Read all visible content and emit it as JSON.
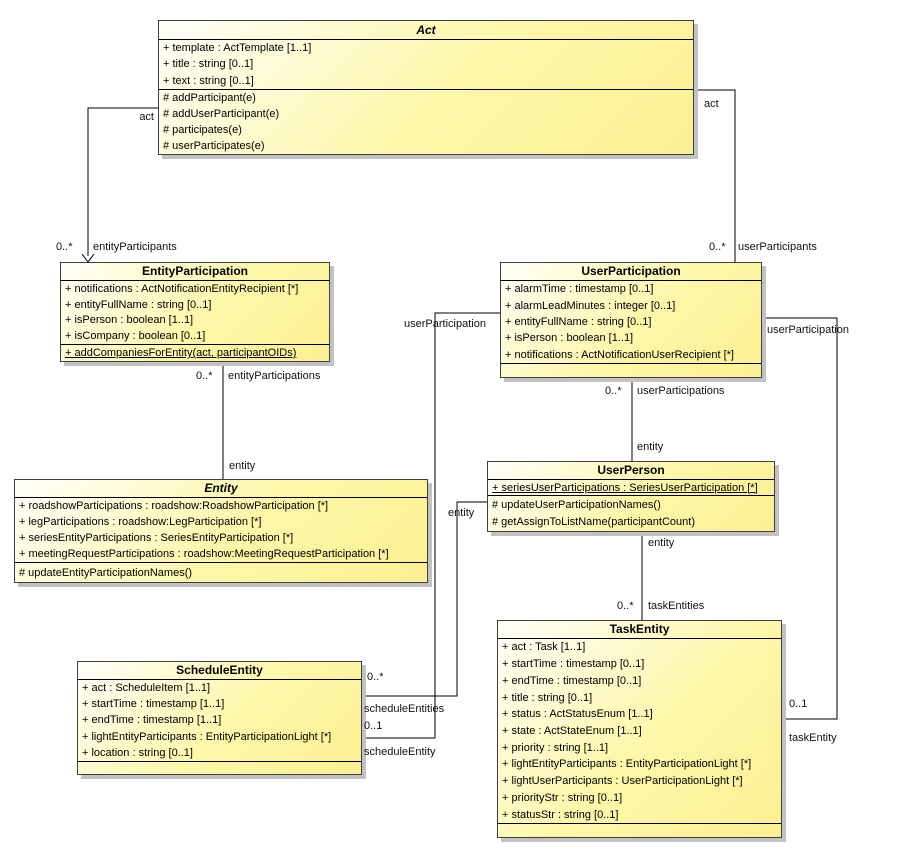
{
  "diagram_type": "uml-class-diagram",
  "colors": {
    "box_fill_light": "#fffffa",
    "box_fill_yellow": "#fbf092",
    "box_border": "#3f3f3f",
    "compartment_separator": "#000000",
    "drop_shadow": "#c2c2c2",
    "edge_line": "#000000",
    "background": "#ffffff"
  },
  "classes": {
    "act": {
      "name": "Act",
      "abstract": true,
      "attributes": [
        "+ template : ActTemplate [1..1]",
        "+ title : string [0..1]",
        "+ text : string [0..1]"
      ],
      "operations": [
        "# addParticipant(e)",
        "# addUserParticipant(e)",
        "# participates(e)",
        "# userParticipates(e)"
      ]
    },
    "entity_participation": {
      "name": "EntityParticipation",
      "abstract": false,
      "attributes": [
        "+ notifications : ActNotificationEntityRecipient [*]",
        "+ entityFullName : string [0..1]",
        "+ isPerson : boolean [1..1]",
        "+ isCompany : boolean [0..1]"
      ],
      "operations": [
        "+ addCompaniesForEntity(act, participantOIDs)"
      ],
      "static_operations": [
        0
      ]
    },
    "user_participation": {
      "name": "UserParticipation",
      "abstract": false,
      "attributes": [
        "+ alarmTime : timestamp [0..1]",
        "+ alarmLeadMinutes : integer [0..1]",
        "+ entityFullName : string [0..1]",
        "+ isPerson : boolean [1..1]",
        "+ notifications : ActNotificationUserRecipient [*]"
      ],
      "operations": []
    },
    "entity": {
      "name": "Entity",
      "abstract": true,
      "attributes": [
        "+ roadshowParticipations : roadshow:RoadshowParticipation [*]",
        "+ legParticipations : roadshow:LegParticipation [*]",
        "+ seriesEntityParticipations : SeriesEntityParticipation [*]",
        "+ meetingRequestParticipations : roadshow:MeetingRequestParticipation [*]"
      ],
      "operations": [
        "# updateEntityParticipationNames()"
      ]
    },
    "user_person": {
      "name": "UserPerson",
      "abstract": false,
      "attributes": [
        "+ seriesUserParticipations : SeriesUserParticipation [*]"
      ],
      "static_attributes": [
        0
      ],
      "operations": [
        "# updateUserParticipationNames()",
        "# getAssignToListName(participantCount)"
      ]
    },
    "schedule_entity": {
      "name": "ScheduleEntity",
      "abstract": false,
      "attributes": [
        "+ act : ScheduleItem [1..1]",
        "+ startTime : timestamp [1..1]",
        "+ endTime : timestamp [1..1]",
        "+ lightEntityParticipants : EntityParticipationLight [*]",
        "+ location : string [0..1]"
      ],
      "operations": []
    },
    "task_entity": {
      "name": "TaskEntity",
      "abstract": false,
      "attributes": [
        "+ act : Task [1..1]",
        "+ startTime : timestamp [0..1]",
        "+ endTime : timestamp [0..1]",
        "+ title : string [0..1]",
        "+ status : ActStatusEnum [1..1]",
        "+ state : ActStateEnum [1..1]",
        "+ priority : string [1..1]",
        "+ lightEntityParticipants : EntityParticipationLight [*]",
        "+ lightUserParticipants : UserParticipationLight [*]",
        "+ priorityStr : string [0..1]",
        "+ statusStr : string [0..1]"
      ],
      "operations": []
    }
  },
  "edges": {
    "act_to_entity_participation": {
      "source_role": "act",
      "target_mult": "0..*",
      "target_role": "entityParticipants",
      "arrowhead": "open-arrow"
    },
    "act_to_user_participation": {
      "source_role": "act",
      "target_mult": "0..*",
      "target_role": "userParticipants"
    },
    "entity_participation_to_entity": {
      "source_mult": "0..*",
      "source_role": "entityParticipations",
      "target_role": "entity"
    },
    "user_participation_to_user_person": {
      "source_mult": "0..*",
      "source_role": "userParticipations",
      "target_role": "entity"
    },
    "user_person_to_task_entity": {
      "source_role": "entity",
      "target_mult": "0..*",
      "target_role": "taskEntities"
    },
    "user_person_to_schedule_entity": {
      "source_role": "entity",
      "target_mult": "0..*",
      "target_role": "scheduleEntities"
    },
    "user_participation_to_schedule_entity": {
      "source_role": "userParticipation",
      "target_mult": "0..1",
      "target_role": "scheduleEntity"
    },
    "user_participation_to_task_entity": {
      "source_role": "userParticipation",
      "target_mult": "0..1",
      "target_role": "taskEntity"
    }
  }
}
